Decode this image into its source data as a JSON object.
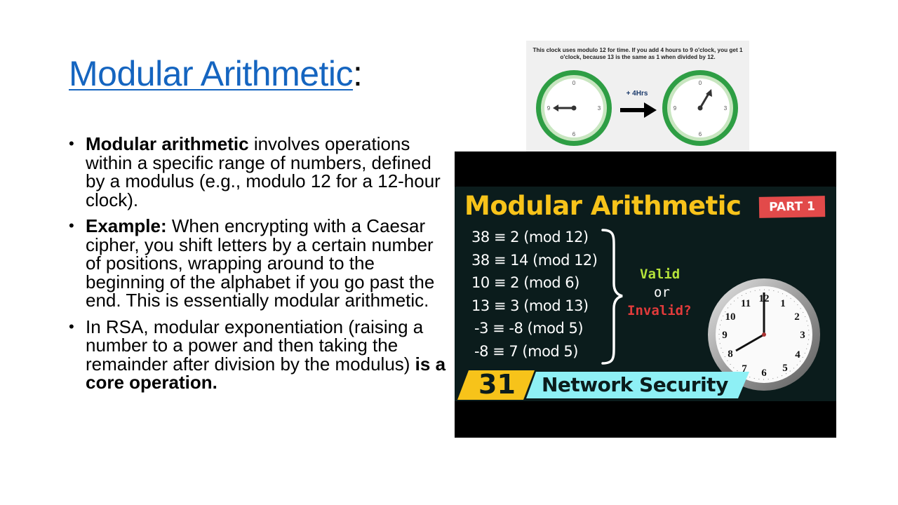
{
  "slide": {
    "title": {
      "link_text": "Modular Arithmetic",
      "suffix": ":"
    },
    "bullets": [
      {
        "bold_lead": "Modular arithmetic",
        "text": " involves operations within a specific range of numbers, defined by a modulus (e.g., modulo 12 for a 12-hour clock).",
        "bold_tail": ""
      },
      {
        "bold_lead": "Example:",
        "text": " When encrypting with a Caesar cipher, you shift letters by a certain number of positions, wrapping around to the beginning of the alphabet if you go past the end. This is essentially modular arithmetic.",
        "bold_tail": ""
      },
      {
        "bold_lead": "",
        "text": "In RSA, modular exponentiation (raising a number to a power and then taking the remainder after division by the modulus) ",
        "bold_tail": "is a core operation."
      }
    ]
  },
  "clock_image": {
    "caption": "This clock uses modulo 12 for time. If you add 4 hours to 9 o'clock, you get 1 o'clock, because 13 is the same as 1 when divided by 12.",
    "operation_label": "+ 4Hrs",
    "clock_labels": [
      "0",
      "3",
      "6",
      "9"
    ],
    "colors": {
      "ring": "#2e9e44",
      "inner_ring": "#c8e6c0",
      "hand": "#333333"
    }
  },
  "video_thumbnail": {
    "title": "Modular Arithmetic",
    "badge": "PART 1",
    "equations": [
      "38 ≡ 2 (mod 12)",
      "38 ≡ 14 (mod 12)",
      "10 ≡ 2 (mod 6)",
      "13 ≡ 3 (mod 13)",
      "-3 ≡ -8 (mod 5)",
      "-8 ≡ 7 (mod 5)"
    ],
    "question": {
      "valid": "Valid",
      "or": "or",
      "invalid": "Invalid?"
    },
    "episode_number": "31",
    "series_name": "Network Security",
    "clock_numbers": [
      "12",
      "1",
      "2",
      "3",
      "4",
      "5",
      "6",
      "7",
      "8",
      "9",
      "10",
      "11"
    ],
    "colors": {
      "background": "#0b1c1c",
      "title": "#f7c31a",
      "badge": "#e24a4a",
      "valid": "#b5e33a",
      "invalid": "#e13b3b",
      "series_tag": "#8ef0f5"
    }
  }
}
